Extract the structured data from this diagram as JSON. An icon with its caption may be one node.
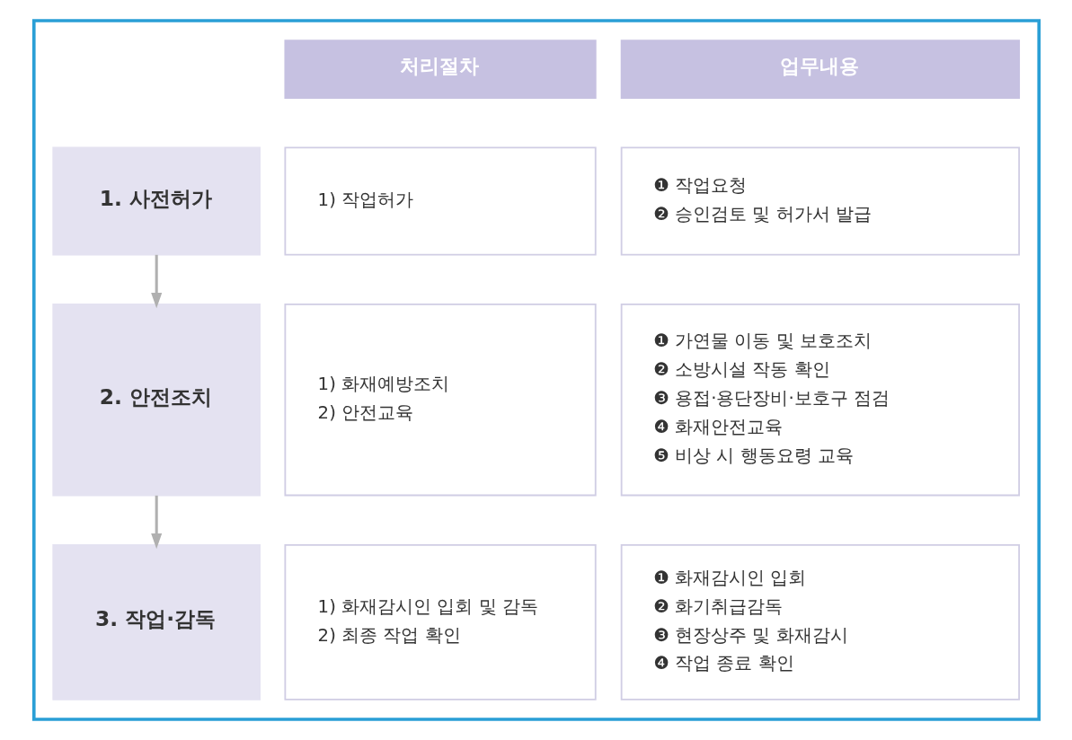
{
  "diagram": {
    "nodes": [
      {
        "text": [],
        "shape": "box"
      },
      {
        "text": [
          "처리절차"
        ],
        "in": 0
      },
      {
        "text": [
          "업무내용"
        ],
        "in": 0
      },
      {
        "text": [
          "1. 사전허가"
        ],
        "in": 0
      },
      {
        "text": [
          "1) 작업허가"
        ],
        "in": 0
      },
      {
        "text": [
          "❶ 작업요청",
          "❷ 승인검토 및 허가서 발급"
        ],
        "in": 0
      },
      {
        "text": [
          "2. 안전조치"
        ],
        "in": 0
      },
      {
        "text": [
          "1) 화재예방조치",
          "2) 안전교육"
        ],
        "in": 0
      },
      {
        "text": [
          "❶ 가연물 이동 및 보호조치",
          "❷ 소방시설 작동 확인",
          "❸ 용접·용단장비·보호구 점검",
          "❹ 화재안전교육",
          "❺ 비상 시 행동요령 교육"
        ],
        "in": 0
      },
      {
        "text": [
          "3. 작업·감독"
        ],
        "in": 0
      },
      {
        "text": [
          "1) 화재감시인 입회 및 감독",
          "2) 최종 작업 확인"
        ],
        "in": 0
      },
      {
        "text": [
          "❶ 화재감시인 입회",
          "❷ 화기취급감독",
          "❸ 현장상주 및 화재감시",
          "❹ 작업 종료 확인"
        ],
        "in": 0
      }
    ],
    "edges": [
      {
        "from": 3,
        "to": 6,
        "arrow": "to"
      },
      {
        "from": 6,
        "to": 9,
        "arrow": "to"
      }
    ]
  }
}
